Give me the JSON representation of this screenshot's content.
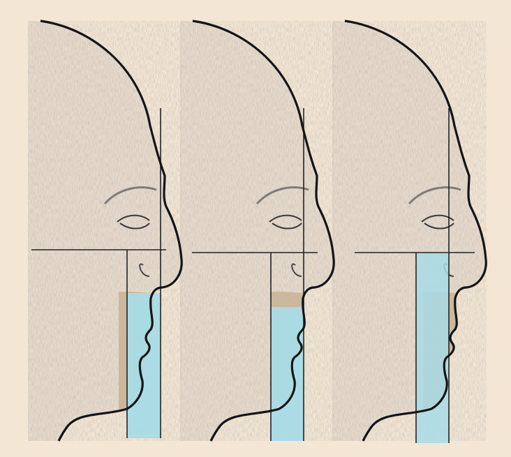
{
  "illustration": {
    "colors": {
      "background": "#f3e6d4",
      "outline": "#141414",
      "sketch": "#8a8580",
      "skin_lower": "#c8b394",
      "highlight_region": "#a8dbe6",
      "reference_line": "#222222"
    },
    "panels": [
      {
        "name": "profile-1",
        "highlight": "narrow-strip-below-lip"
      },
      {
        "name": "profile-2",
        "highlight": "narrow-strip-below-lip"
      },
      {
        "name": "profile-3",
        "highlight": "wide-band-lower-face"
      }
    ]
  }
}
